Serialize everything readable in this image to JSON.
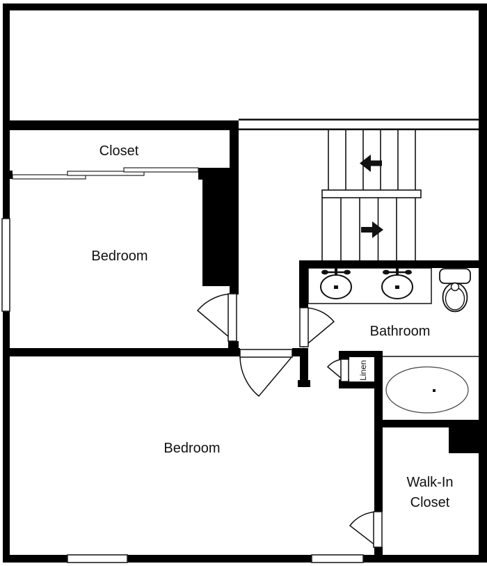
{
  "meta": {
    "type": "floor-plan",
    "floor": "upper-level"
  },
  "colors": {
    "wall": "#000000",
    "floor": "#ffffff",
    "text": "#111111",
    "fixture_line": "#333333"
  },
  "labels": {
    "closet": "Closet",
    "bedroom_upper": "Bedroom",
    "bedroom_lower": "Bedroom",
    "bathroom": "Bathroom",
    "linen": "Linen",
    "walkin_line1": "Walk-In",
    "walkin_line2": "Closet"
  },
  "fixtures": [
    {
      "name": "sink-left-icon",
      "type": "vanity sink"
    },
    {
      "name": "sink-right-icon",
      "type": "vanity sink"
    },
    {
      "name": "toilet-icon",
      "type": "toilet"
    },
    {
      "name": "bathtub-icon",
      "type": "oval bathtub"
    }
  ],
  "stairs": {
    "upper_flight_treads": 6,
    "lower_flight_treads": 6,
    "upper_arrow": "left",
    "lower_arrow": "right",
    "icons": [
      "arrow-left-icon",
      "arrow-right-icon"
    ]
  },
  "doors": [
    {
      "name": "door-bedroom-upper",
      "swing": "left"
    },
    {
      "name": "door-bedroom-lower",
      "swing": "down"
    },
    {
      "name": "door-bathroom",
      "swing": "right"
    },
    {
      "name": "door-linen",
      "swing": "left"
    },
    {
      "name": "door-walkin-closet",
      "swing": "left"
    },
    {
      "name": "sliding-closet-doors",
      "panels": 3
    }
  ],
  "windows": {
    "left_wall": 1,
    "bottom_wall": 2
  }
}
